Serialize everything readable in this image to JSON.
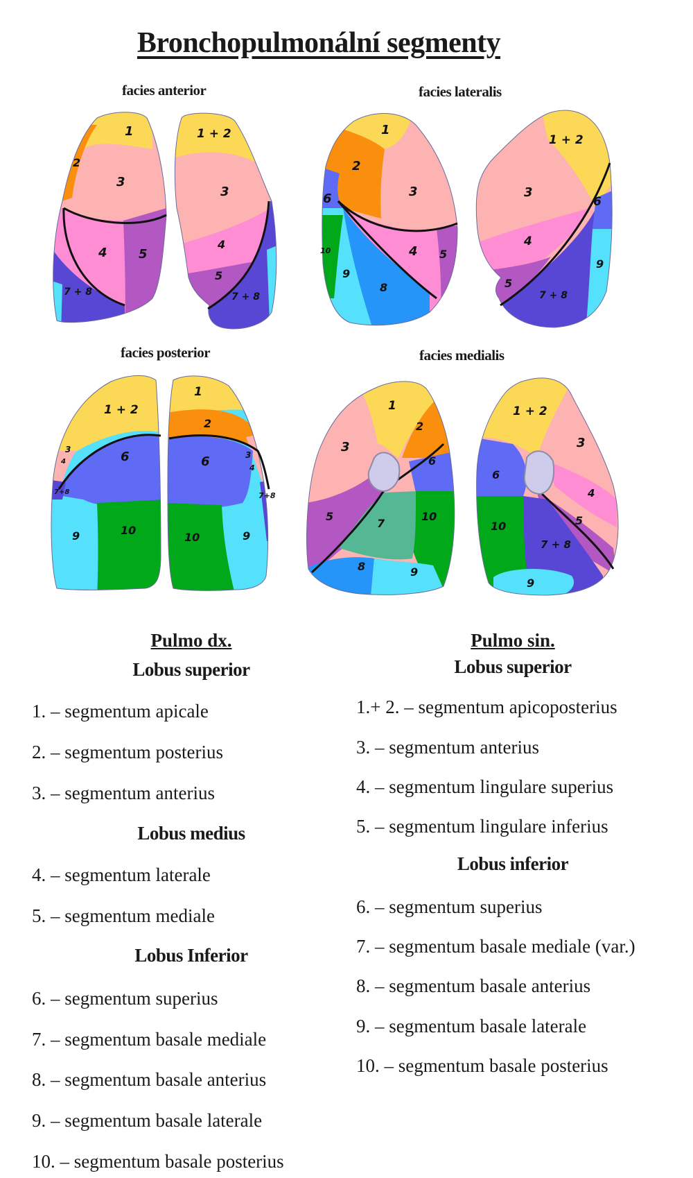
{
  "title": "Bronchopulmonální segmenty",
  "views": {
    "anterior": "facies anterior",
    "lateralis": "facies lateralis",
    "posterior": "facies posterior",
    "medialis": "facies medialis"
  },
  "colors": {
    "s1": "#FBD957",
    "s2": "#FA8F0D",
    "s3": "#FDB3B1",
    "s4": "#FF8DD4",
    "s5": "#B357C3",
    "s6": "#5F6AF5",
    "s7": "#55B895",
    "s8": "#2595FA",
    "s9": "#55E0FB",
    "s10": "#00A81A",
    "s78": "#5747D4",
    "hilum": "#CFCBEB"
  },
  "labels": {
    "n1": "1",
    "n2": "2",
    "n3": "3",
    "n4": "4",
    "n5": "5",
    "n6": "6",
    "n7": "7",
    "n8": "8",
    "n9": "9",
    "n10": "10",
    "n12": "1 + 2",
    "n78": "7 + 8",
    "n78b": "7+8"
  },
  "pulmo_dx": {
    "heading": "Pulmo dx.",
    "lobus_superior": "Lobus superior",
    "superior_items": [
      "1. – segmentum apicale",
      "2. – segmentum posterius",
      "3. – segmentum anterius"
    ],
    "lobus_medius": "Lobus medius",
    "medius_items": [
      "4. – segmentum laterale",
      "5. – segmentum mediale"
    ],
    "lobus_inferior": "Lobus Inferior",
    "inferior_items": [
      "6. – segmentum superius",
      "7. – segmentum basale mediale",
      "8. – segmentum basale anterius",
      "9. – segmentum basale laterale",
      "10. – segmentum basale posterius"
    ]
  },
  "pulmo_sin": {
    "heading": "Pulmo sin.",
    "lobus_superior": "Lobus superior",
    "superior_items": [
      "1.+ 2. – segmentum apicoposterius",
      "3. – segmentum anterius",
      "4. – segmentum lingulare superius",
      "5. – segmentum lingulare inferius"
    ],
    "lobus_inferior": "Lobus inferior",
    "inferior_items": [
      "6. – segmentum superius",
      "7. – segmentum basale mediale (var.)",
      "8. – segmentum basale anterius",
      "9. – segmentum basale laterale",
      "10. – segmentum basale posterius"
    ]
  }
}
